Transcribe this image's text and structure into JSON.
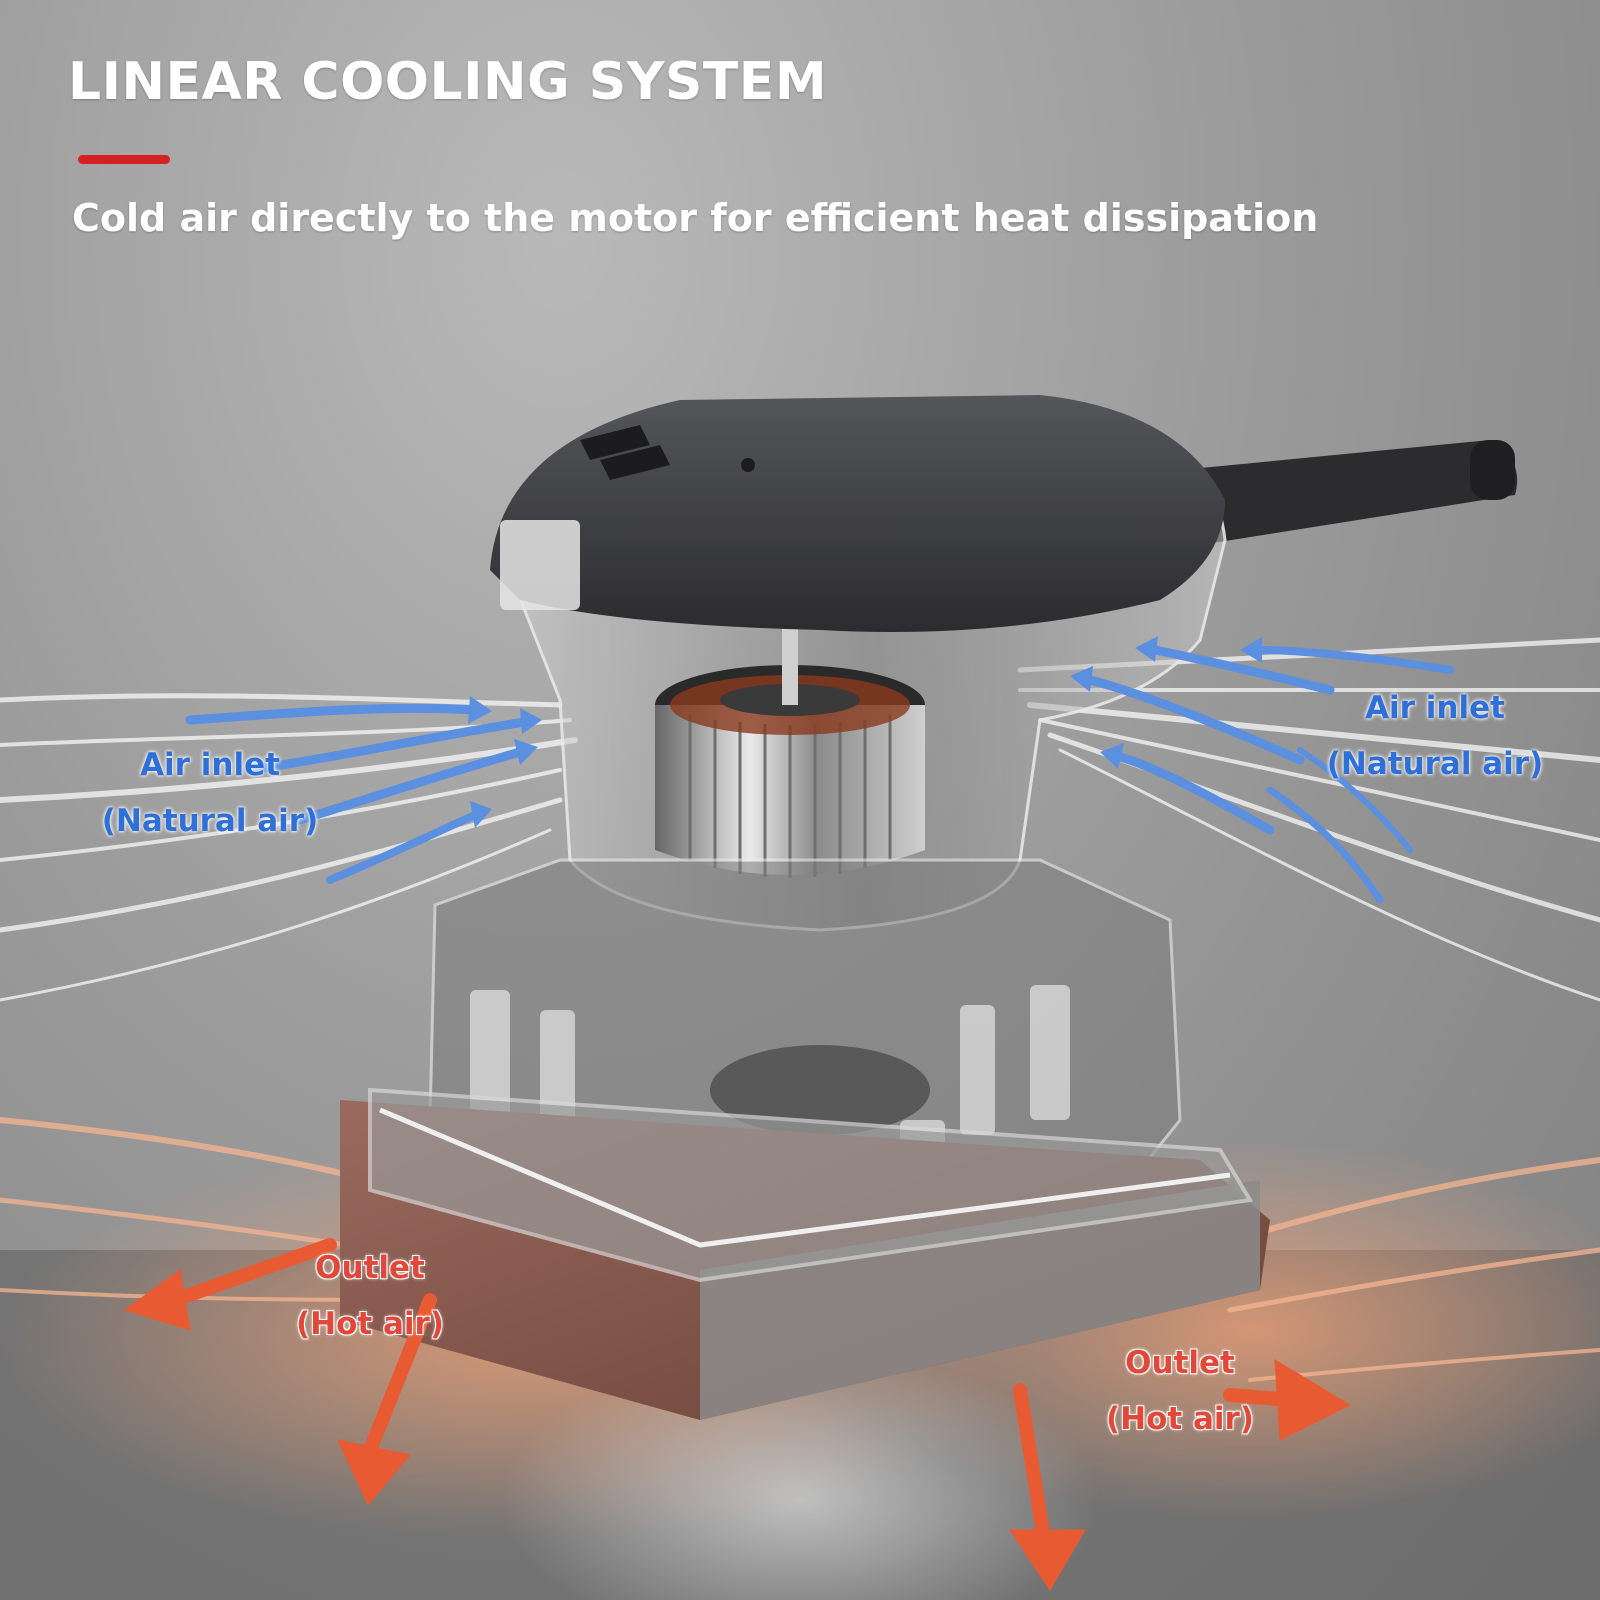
{
  "header": {
    "title": "LINEAR COOLING SYSTEM",
    "subtitle": "Cold air directly to the motor for efficient heat dissipation"
  },
  "callouts": {
    "inlet_left": {
      "line1": "Air inlet",
      "line2": "(Natural air)"
    },
    "inlet_right": {
      "line1": "Air inlet",
      "line2": "(Natural air)"
    },
    "outlet_left": {
      "line1": "Outlet",
      "line2": "(Hot air)"
    },
    "outlet_right": {
      "line1": "Outlet",
      "line2": "(Hot air)"
    }
  },
  "colors": {
    "accent": "#d42121",
    "inlet_text": "#2f6fd8",
    "inlet_arrow": "#5b8fe0",
    "outlet_text": "#e2483a",
    "outlet_arrow": "#e85a32",
    "tool_body": "#3a3a3d"
  },
  "icons": {
    "tool": "orbital-sander-cutaway-image",
    "inlet": "blue-airflow-arrow-icon",
    "outlet": "orange-airflow-arrow-icon"
  }
}
